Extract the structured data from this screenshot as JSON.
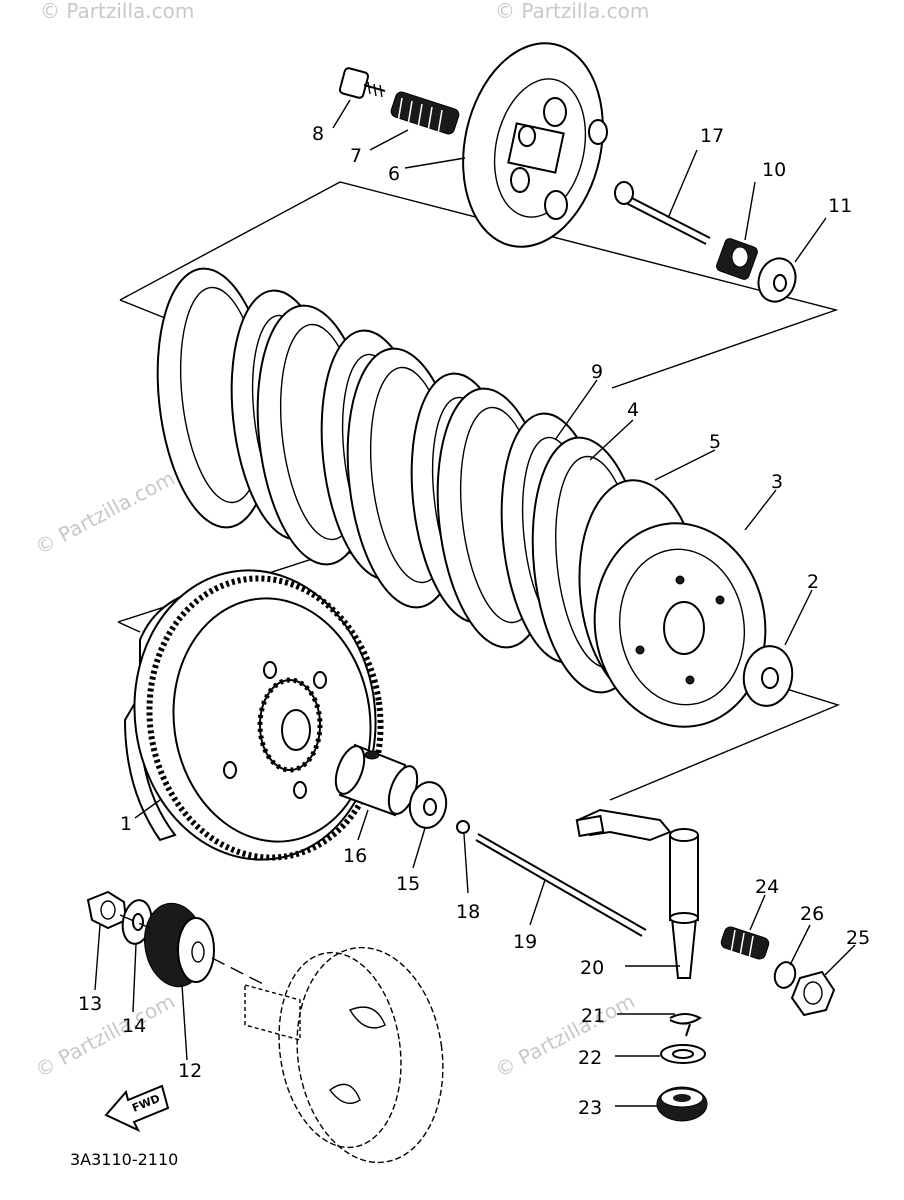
{
  "watermark_text": "© Partzilla.com",
  "diagram_code": "3A3110-2110",
  "fwd_label": "FWD",
  "callouts": {
    "p1": "1",
    "p2": "2",
    "p3": "3",
    "p4": "4",
    "p5": "5",
    "p6": "6",
    "p7": "7",
    "p8": "8",
    "p9": "9",
    "p10": "10",
    "p11": "11",
    "p12": "12",
    "p13": "13",
    "p14": "14",
    "p15": "15",
    "p16": "16",
    "p17": "17",
    "p18": "18",
    "p19": "19",
    "p20": "20",
    "p21": "21",
    "p22": "22",
    "p23": "23",
    "p24": "24",
    "p25": "25",
    "p26": "26"
  }
}
